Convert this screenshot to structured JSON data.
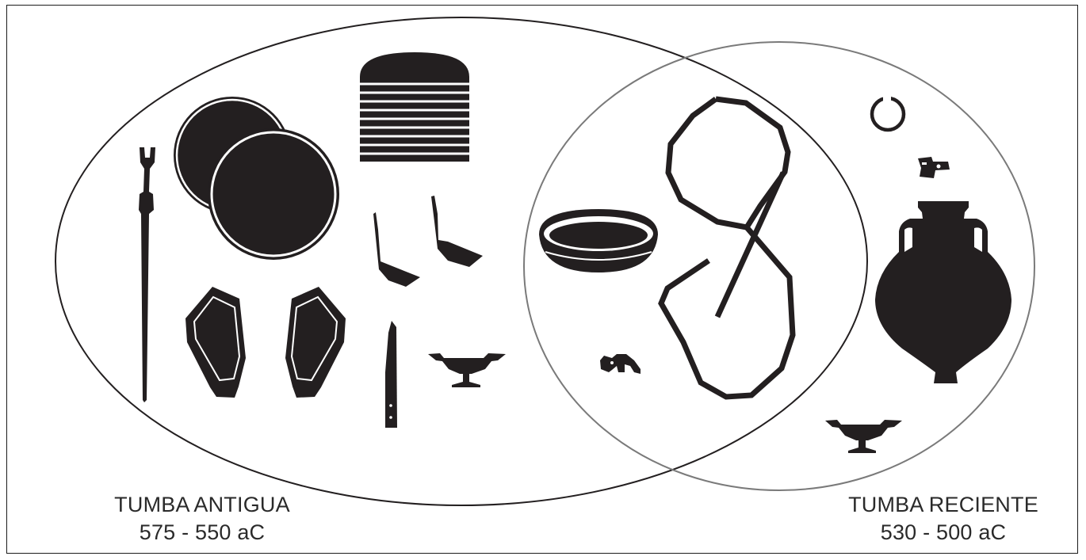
{
  "groups": {
    "old_tomb": {
      "title": "TUMBA ANTIGUA",
      "dates": "575 - 550 aC"
    },
    "new_tomb": {
      "title": "TUMBA RECIENTE",
      "dates": "530 - 500 aC"
    }
  },
  "colors": {
    "silhouette": "#231f20",
    "old_outline": "#231f20",
    "new_outline": "#7a7a7a"
  }
}
